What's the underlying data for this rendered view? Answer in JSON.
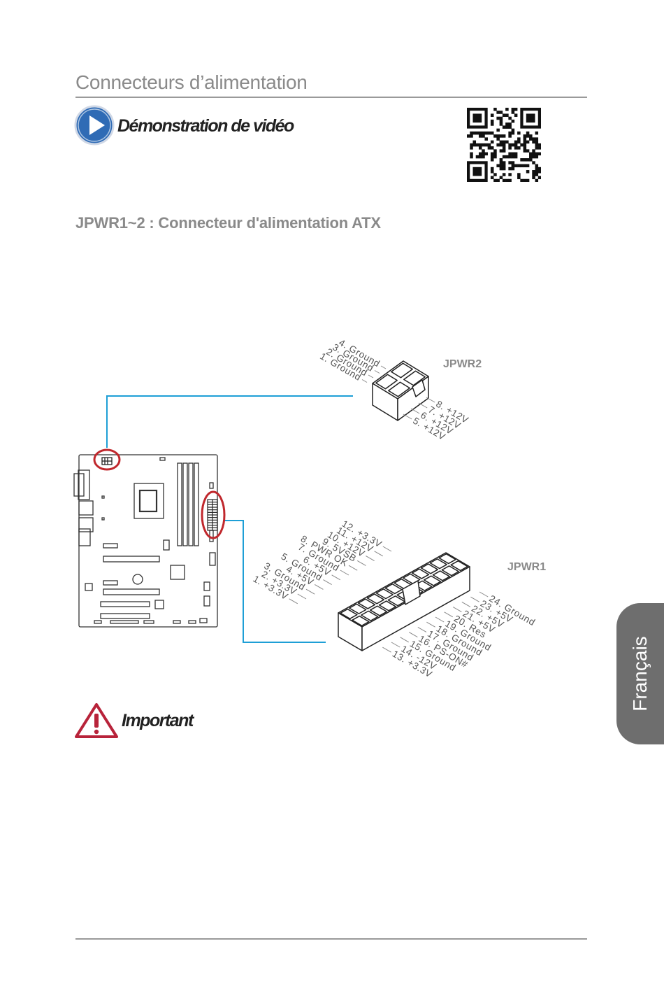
{
  "page": {
    "section_title": "Connecteurs d’alimentation",
    "video_heading": "Démonstration de vidéo",
    "sub_title": "JPWR1~2 : Connecteur d'alimentation ATX",
    "important_heading": "Important",
    "language_tab": "Français"
  },
  "connectors": {
    "jpwr2": {
      "label": "JPWR2",
      "pins_left": [
        "4. Ground",
        "3. Ground",
        "2. Ground",
        "1. Ground"
      ],
      "pins_right": [
        "8. +12V",
        "7. +12V",
        "6. +12V",
        "5. +12V"
      ]
    },
    "jpwr1": {
      "label": "JPWR1",
      "pins_left": [
        "12. +3.3V",
        "11. +12V",
        "10. +12V",
        "9. 5VSB",
        "8. PWR OK",
        "7. Ground",
        "6. +5V",
        "5. Ground",
        "4. +5V",
        "3. Ground",
        "2. +3.3V",
        "1. +3.3V"
      ],
      "pins_right": [
        "24. Ground",
        "23. +5V",
        "22. +5V",
        "21. +5V",
        "20. Res",
        "19. Ground",
        "18. Ground",
        "17. Ground",
        "16. PS-ON#",
        "15. Ground",
        "14. -12V",
        "13. +3.3V"
      ]
    }
  },
  "colors": {
    "accent_blue": "#2f6bb5",
    "leader_cyan": "#1e9fd6",
    "highlight_red": "#c0282d",
    "warning_red": "#b8233a",
    "tab_gray": "#6e6e6e"
  }
}
